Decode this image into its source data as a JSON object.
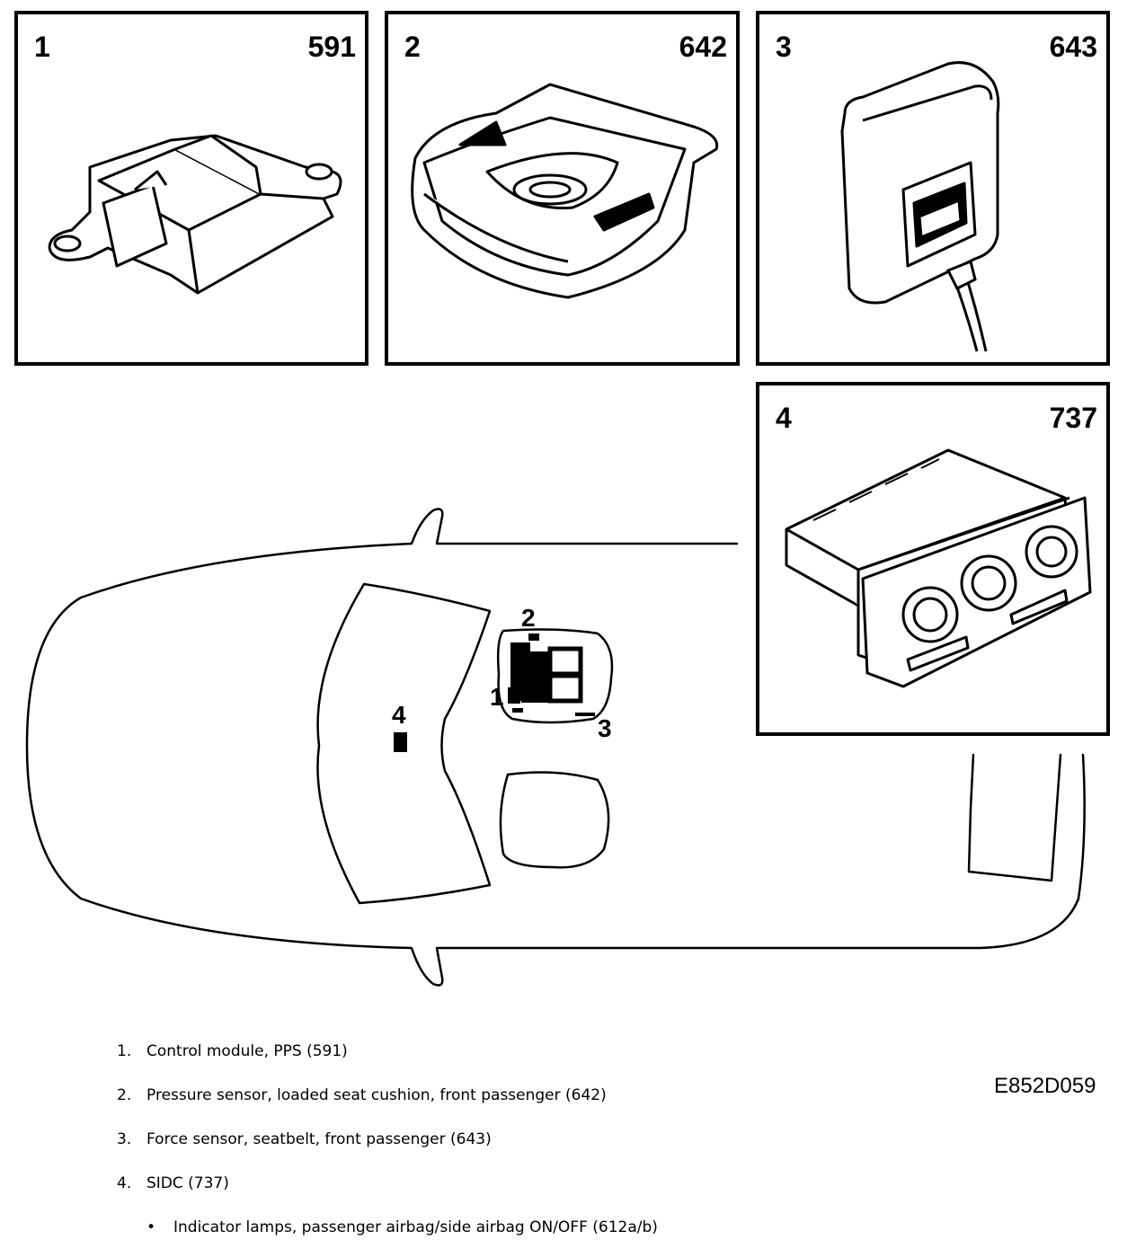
{
  "panels": [
    {
      "number": "1",
      "code": "591",
      "icon": "control-module"
    },
    {
      "number": "2",
      "code": "642",
      "icon": "seat-cushion-pressure-sensor"
    },
    {
      "number": "3",
      "code": "643",
      "icon": "seatbelt-force-sensor"
    },
    {
      "number": "4",
      "code": "737",
      "icon": "sidc-climate-panel"
    }
  ],
  "markers": {
    "m1": "1",
    "m2": "2",
    "m3": "3",
    "m4": "4"
  },
  "legend": [
    {
      "index": "1.",
      "text": "Control module, PPS (591)"
    },
    {
      "index": "2.",
      "text": "Pressure sensor, loaded seat cushion, front passenger (642)"
    },
    {
      "index": "3.",
      "text": "Force sensor, seatbelt, front passenger (643)"
    },
    {
      "index": "4.",
      "text": "SIDC (737)"
    }
  ],
  "sub_bullet": {
    "bullet": "•",
    "text": "Indicator lamps, passenger airbag/side airbag ON/OFF (612a/b)"
  },
  "diagram_code": "E852D059"
}
